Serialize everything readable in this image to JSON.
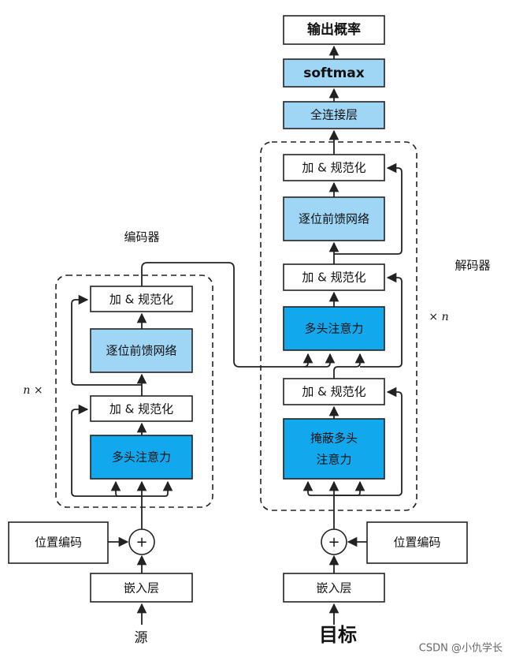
{
  "encoder": {
    "title": "编码器",
    "repeat": "n ×",
    "add_norm_top": "加 & 规范化",
    "ffn": "逐位前馈网络",
    "add_norm_bottom": "加 & 规范化",
    "attention": "多头注意力",
    "positional": "位置编码",
    "embedding": "嵌入层",
    "input": "源"
  },
  "decoder": {
    "title": "解码器",
    "repeat": "× n",
    "add_norm_top": "加 & 规范化",
    "ffn": "逐位前馈网络",
    "add_norm_mid": "加 & 规范化",
    "cross_attention": "多头注意力",
    "add_norm_bottom": "加 & 规范化",
    "masked_attention_line1": "掩蔽多头",
    "masked_attention_line2": "注意力",
    "positional": "位置编码",
    "embedding": "嵌入层",
    "input": "目标"
  },
  "head": {
    "output": "输出概率",
    "softmax": "softmax",
    "dense": "全连接层"
  },
  "symbols": {
    "plus": "+"
  },
  "watermark": "CSDN @小仇学长",
  "colors": {
    "dark_block": "#12a8ee",
    "light_block": "#9fd6f5",
    "plain_block": "#ffffff"
  }
}
